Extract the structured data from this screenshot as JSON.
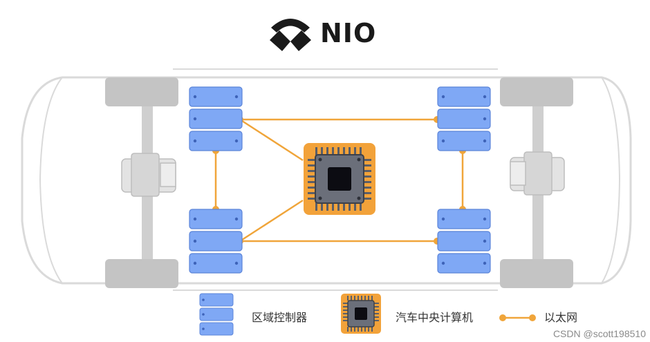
{
  "brand": {
    "name": "NIO"
  },
  "legend": {
    "zone_controller": "区域控制器",
    "central_computer": "汽车中央计算机",
    "ethernet": "以太网"
  },
  "watermark": "CSDN @scott198510",
  "colors": {
    "controller_fill": "#7FA8F5",
    "controller_stroke": "#5B84D8",
    "chip_orange": "#F2A23A",
    "chip_body": "#6B6F7A",
    "ethernet_line": "#F0A53A",
    "wheel": "#C8C8C8",
    "car_outline": "#D9D9D9"
  },
  "icons": [
    "nio-logo-icon",
    "zone-controller-icon",
    "central-computer-chip-icon",
    "ethernet-link-icon",
    "motor-icon"
  ]
}
